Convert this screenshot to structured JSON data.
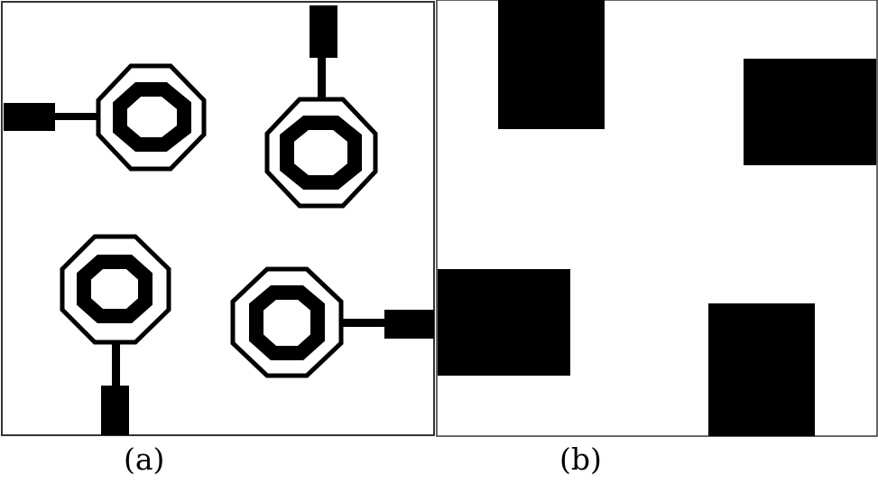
{
  "panels": [
    {
      "id": "a",
      "caption": "(a)"
    },
    {
      "id": "b",
      "caption": "(b)"
    }
  ],
  "colors": {
    "ink": "#000000",
    "paper": "#ffffff",
    "frame": "#333333"
  }
}
